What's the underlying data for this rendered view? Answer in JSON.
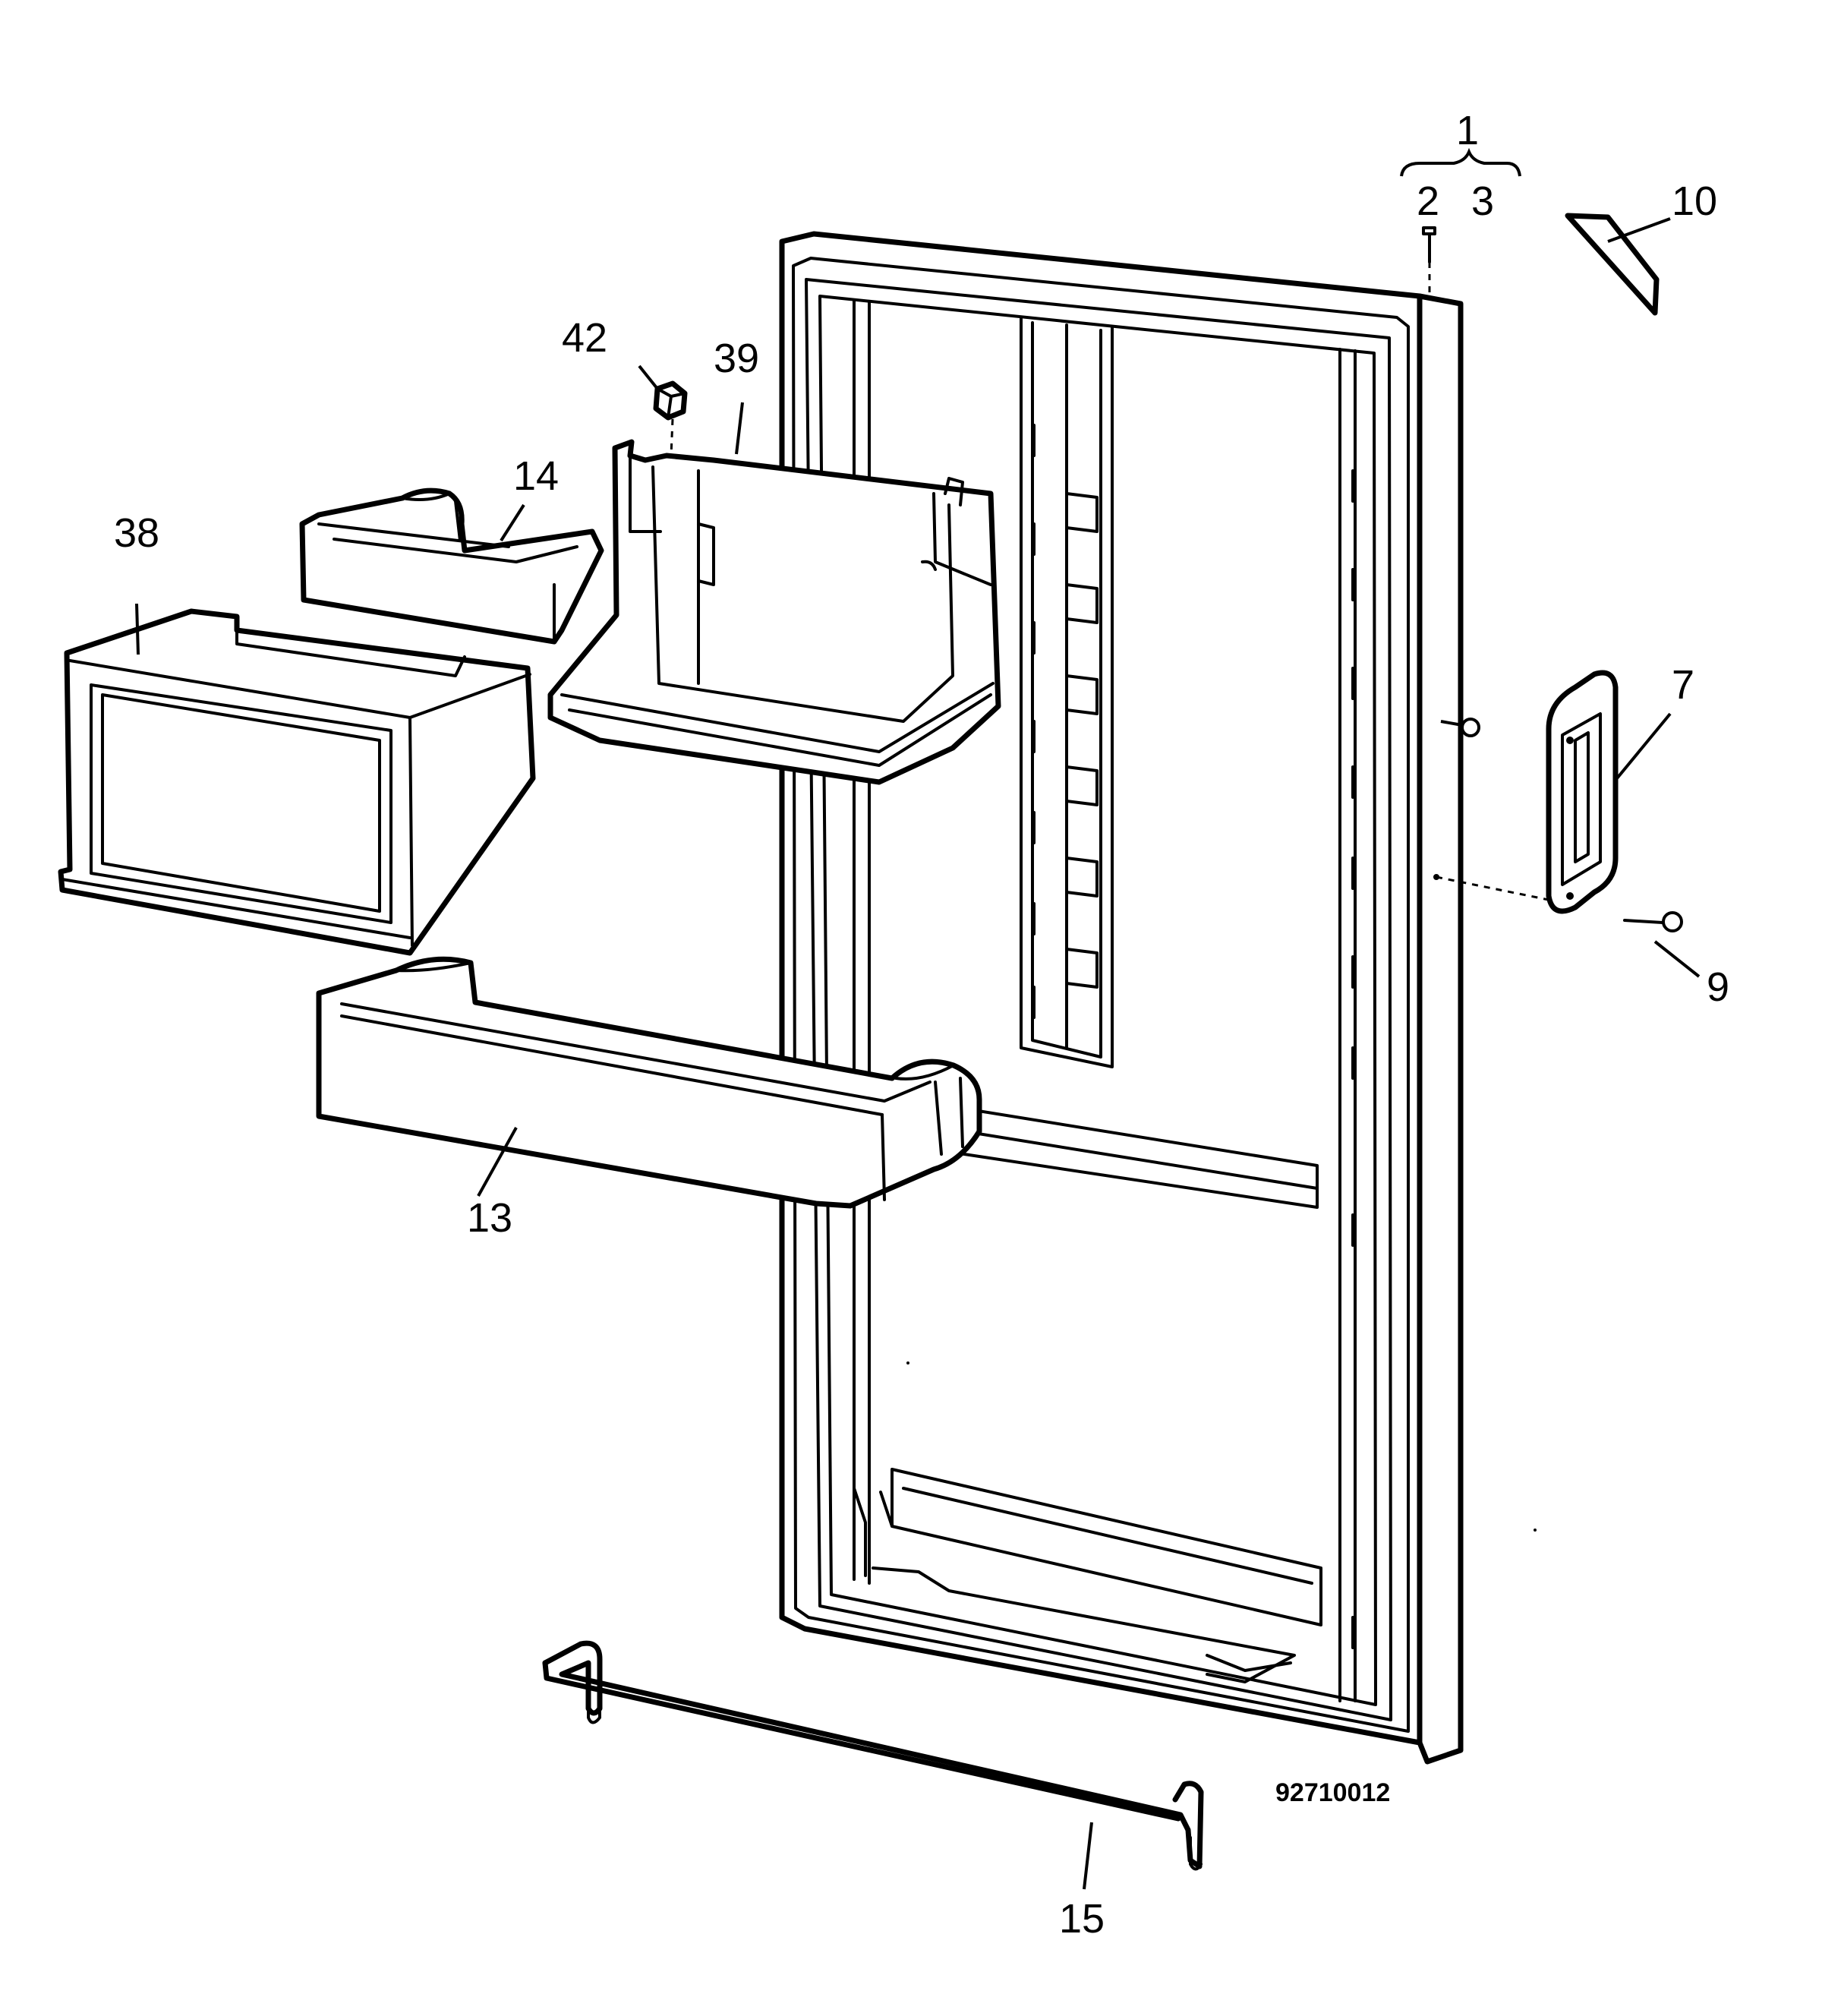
{
  "callouts": {
    "c1": "1",
    "c2": "2",
    "c3": "3",
    "c7": "7",
    "c9": "9",
    "c10": "10",
    "c13": "13",
    "c14": "14",
    "c15": "15",
    "c38": "38",
    "c39": "39",
    "c42": "42"
  },
  "drawing_number": "92710012"
}
